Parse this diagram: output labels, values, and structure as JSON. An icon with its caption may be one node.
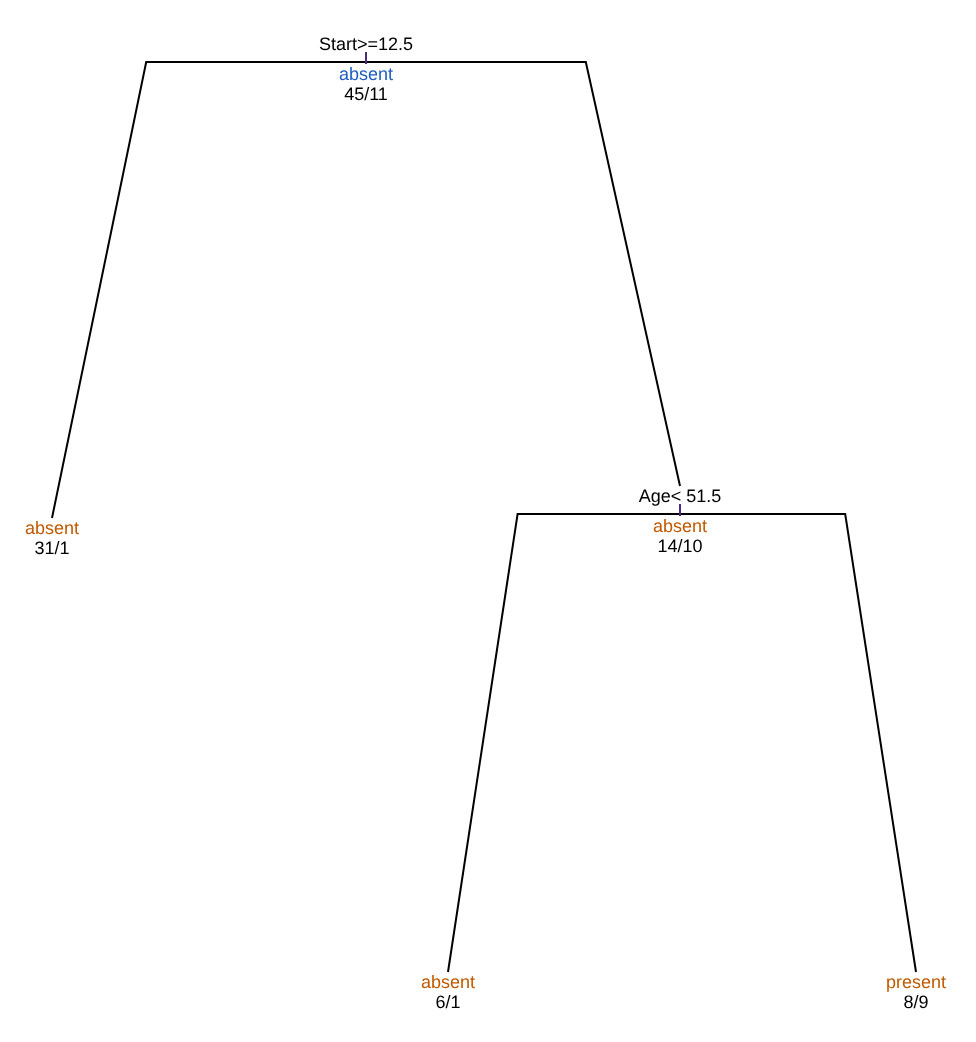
{
  "diagram": {
    "nodes": [
      {
        "text": [
          "Start>=12.5",
          "absent",
          "45/11"
        ]
      },
      {
        "text": [
          "absent",
          "31/1"
        ]
      },
      {
        "text": [
          "Age< 51.5",
          "absent",
          "14/10"
        ]
      },
      {
        "text": [
          "absent",
          "6/1"
        ]
      },
      {
        "text": [
          "present",
          "8/9"
        ]
      }
    ],
    "edges": [
      {
        "from": 0,
        "to": 1,
        "arrow": "none"
      },
      {
        "from": 0,
        "to": 2,
        "arrow": "none"
      },
      {
        "from": 2,
        "to": 3,
        "arrow": "none"
      },
      {
        "from": 2,
        "to": 4,
        "arrow": "none"
      }
    ]
  }
}
